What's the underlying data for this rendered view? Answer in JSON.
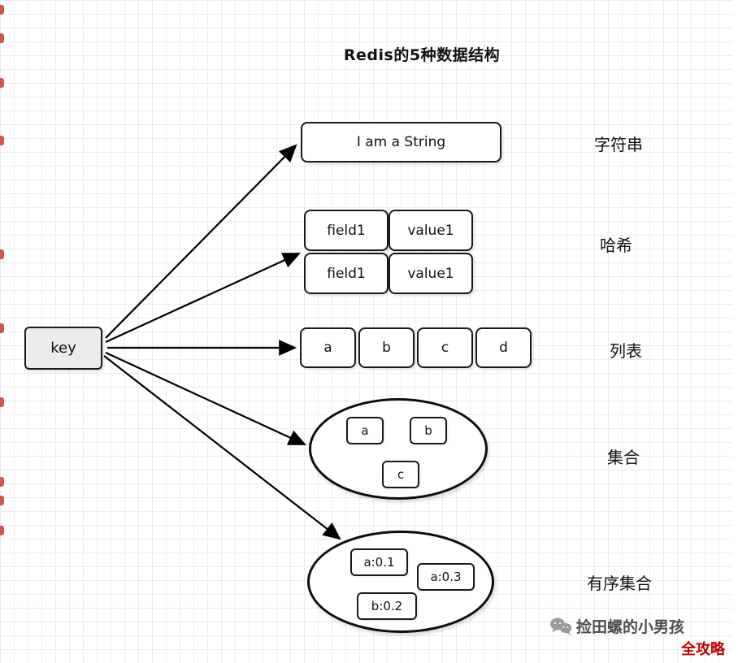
{
  "title": "Redis的5种数据结构",
  "key": {
    "label": "key"
  },
  "structures": {
    "string": {
      "label": "字符串",
      "value": "I am a String"
    },
    "hash": {
      "label": "哈希",
      "rows": [
        {
          "field": "field1",
          "value": "value1"
        },
        {
          "field": "field1",
          "value": "value1"
        }
      ]
    },
    "list": {
      "label": "列表",
      "items": [
        "a",
        "b",
        "c",
        "d"
      ]
    },
    "set": {
      "label": "集合",
      "items": [
        "a",
        "b",
        "c"
      ]
    },
    "zset": {
      "label": "有序集合",
      "items": [
        "a:0.1",
        "a:0.3",
        "b:0.2"
      ]
    }
  },
  "watermark": {
    "name": "捡田螺的小男孩",
    "badge": "全攻略"
  },
  "colors": {
    "node_border": "#1a1a1a",
    "key_fill": "#ececec",
    "grid_line": "#ececec",
    "badge_red": "#c00000",
    "watermark_gray": "#4d4d4d",
    "edge_mark_red": "#cf4436"
  }
}
